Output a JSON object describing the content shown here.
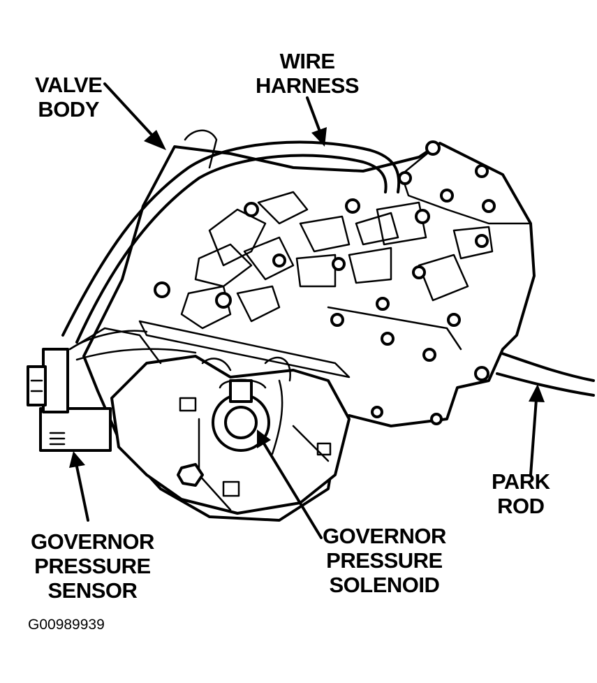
{
  "labels": {
    "valve_body": [
      "VALVE",
      "BODY"
    ],
    "wire_harness": [
      "WIRE",
      "HARNESS"
    ],
    "park_rod": [
      "PARK",
      "ROD"
    ],
    "governor_pressure_sensor": [
      "GOVERNOR",
      "PRESSURE",
      "SENSOR"
    ],
    "governor_pressure_solenoid": [
      "GOVERNOR",
      "PRESSURE",
      "SOLENOID"
    ]
  },
  "figure_code": "G00989939"
}
